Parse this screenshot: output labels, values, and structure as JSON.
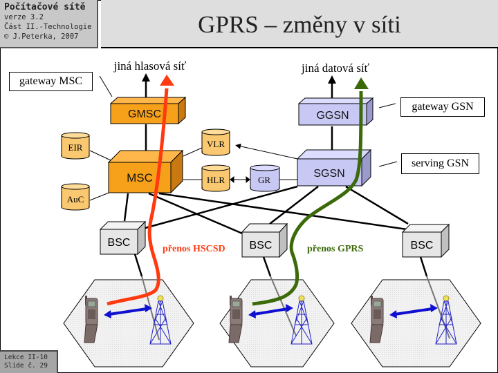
{
  "header": {
    "course_title": "Počítačové sítě",
    "version": "verze 3.2",
    "part": "Část II.-Technologie",
    "copyright": "© J.Peterka, 2007",
    "slide_title": "GPRS – změny v síti"
  },
  "footer": {
    "lecture": "Lekce II-10",
    "slide": "Slide č. 29"
  },
  "diagram": {
    "top_labels": {
      "voice_network": "jiná hlasová síť",
      "data_network": "jiná datová síť"
    },
    "callouts": {
      "gateway_msc": "gateway MSC",
      "gateway_gsn": "gateway GSN",
      "serving_gsn": "serving GSN"
    },
    "nodes": {
      "gmsc": "GMSC",
      "msc": "MSC",
      "ggsn": "GGSN",
      "sgsn": "SGSN",
      "bsc": "BSC"
    },
    "databases": {
      "eir": "EIR",
      "auc": "AuC",
      "vlr": "VLR",
      "hlr": "HLR",
      "gr": "GR"
    },
    "paths": {
      "hscsd": "přenos HSCSD",
      "gprs": "přenos GPRS"
    },
    "colors": {
      "msc_orange": "#f7a11a",
      "gsn_lavender": "#c8c8f4",
      "db_tan": "#f9c870",
      "hscsd_red": "#ff3a10",
      "gprs_green": "#3c6a0a",
      "radio_blue": "#1010d0"
    }
  }
}
